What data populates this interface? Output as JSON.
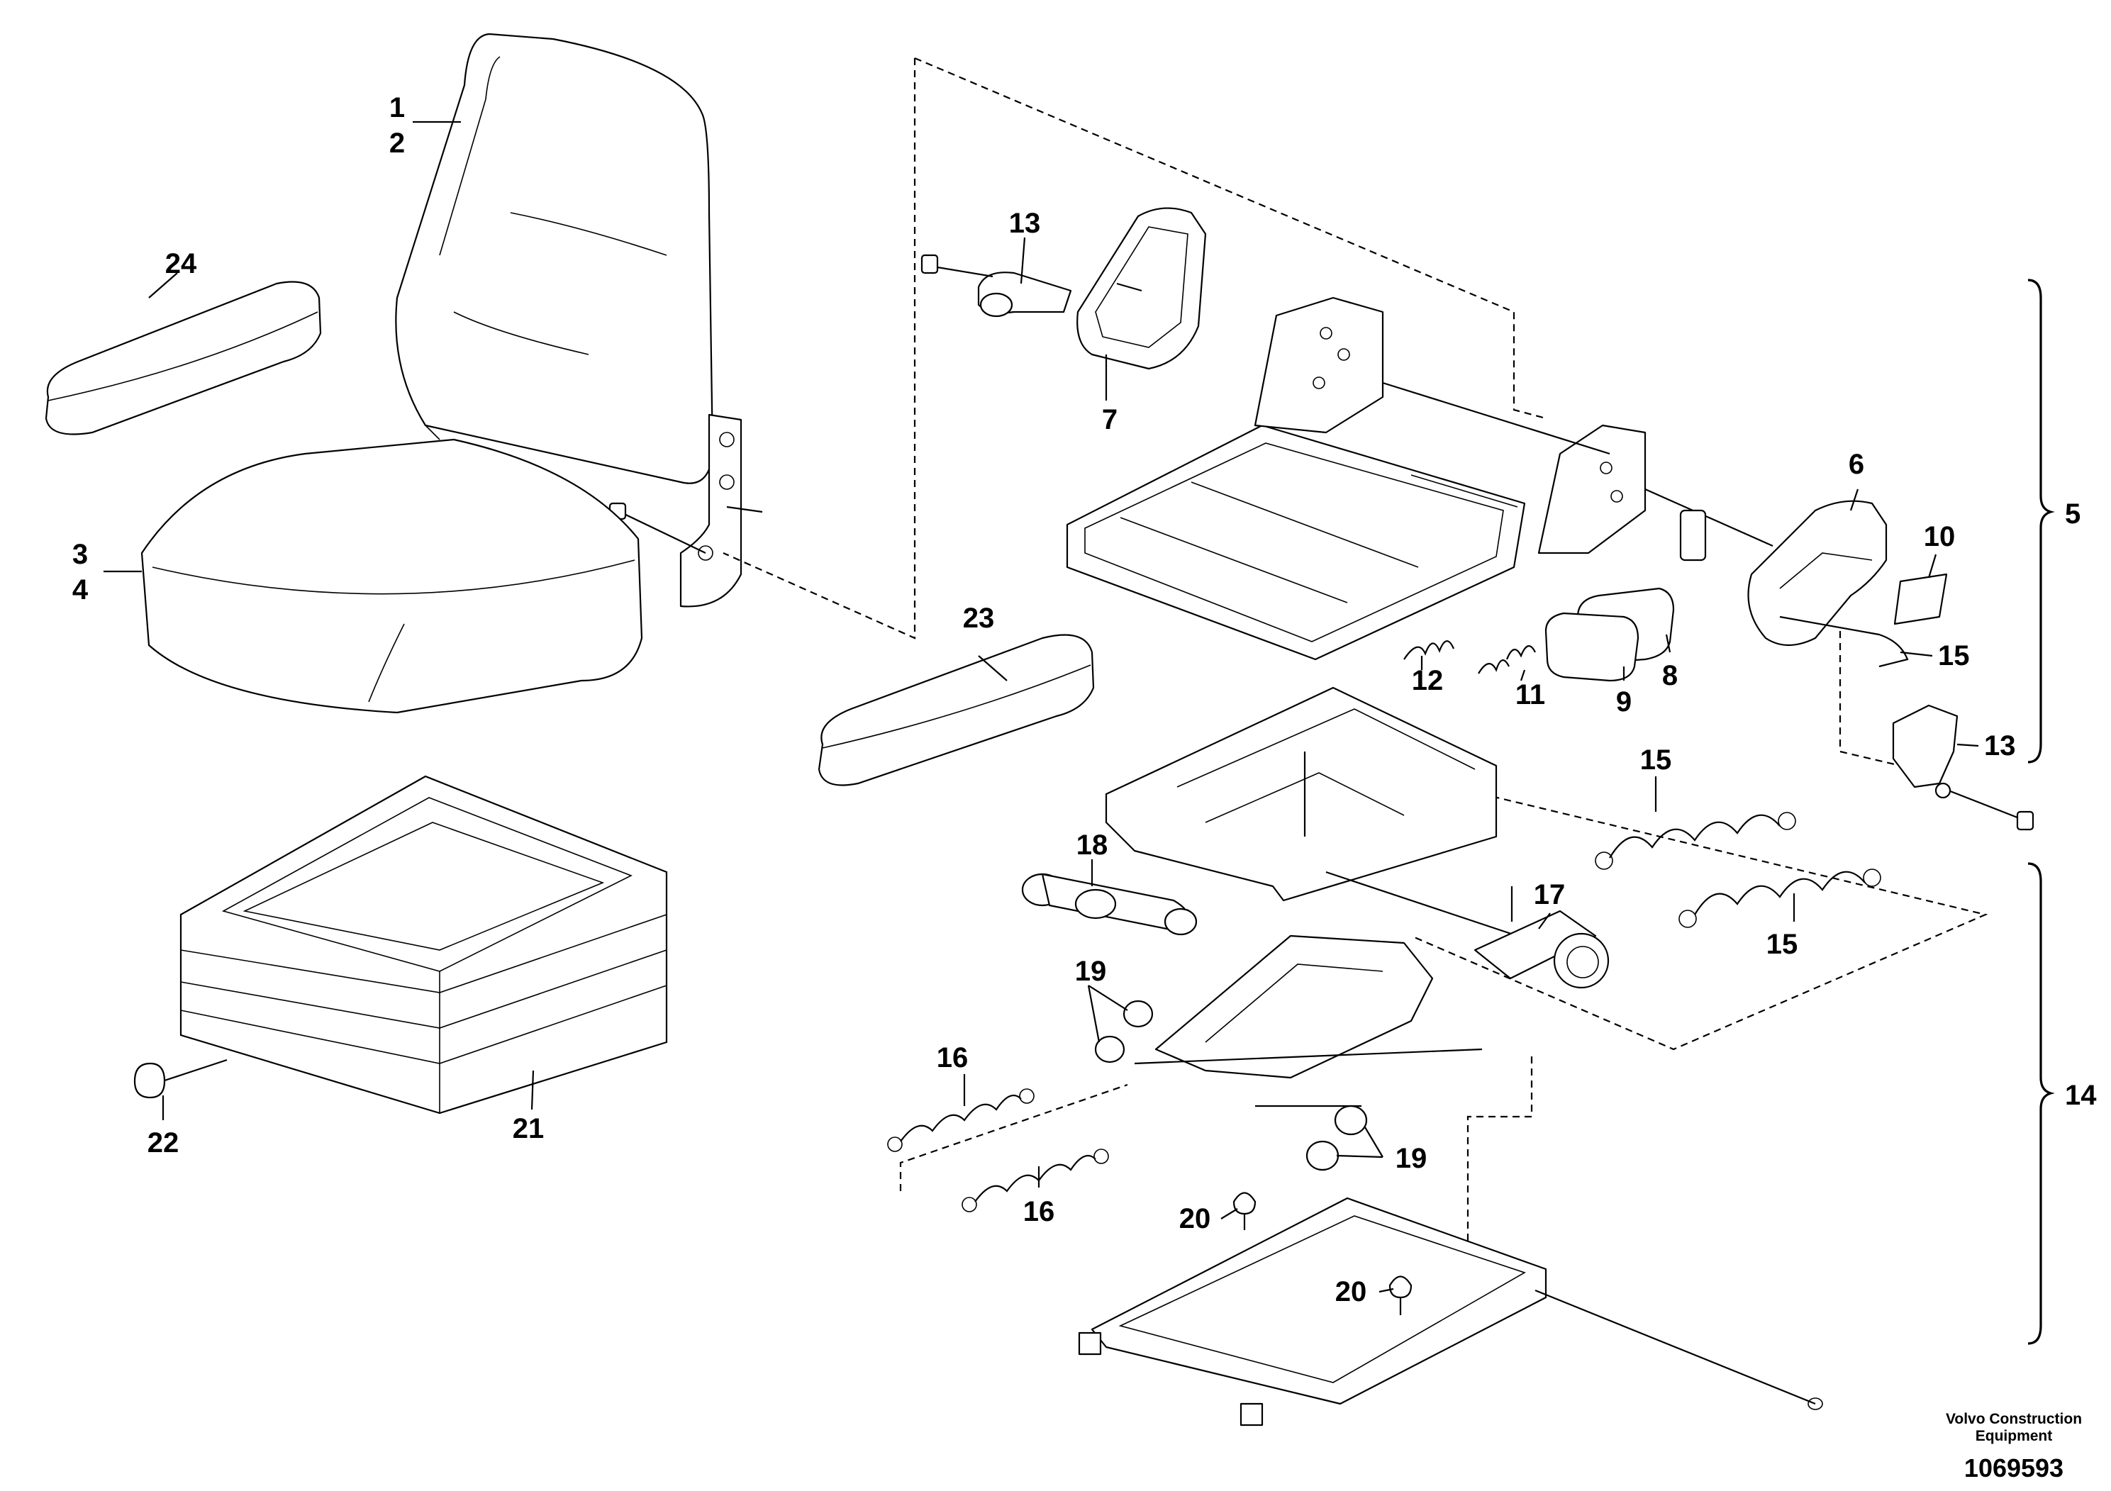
{
  "labels": {
    "l1": "1",
    "l2": "2",
    "l3": "3",
    "l4": "4",
    "l5": "5",
    "l6": "6",
    "l7": "7",
    "l8": "8",
    "l9": "9",
    "l10": "10",
    "l11": "11",
    "l12": "12",
    "l13a": "13",
    "l13b": "13",
    "l14": "14",
    "l15a": "15",
    "l15b": "15",
    "l15c": "15",
    "l16a": "16",
    "l16b": "16",
    "l17": "17",
    "l18": "18",
    "l19a": "19",
    "l19b": "19",
    "l20a": "20",
    "l20b": "20",
    "l21": "21",
    "l22": "22",
    "l23": "23",
    "l24": "24"
  },
  "footer": {
    "company_line1": "Volvo Construction",
    "company_line2": "Equipment",
    "document_number": "1069593"
  }
}
